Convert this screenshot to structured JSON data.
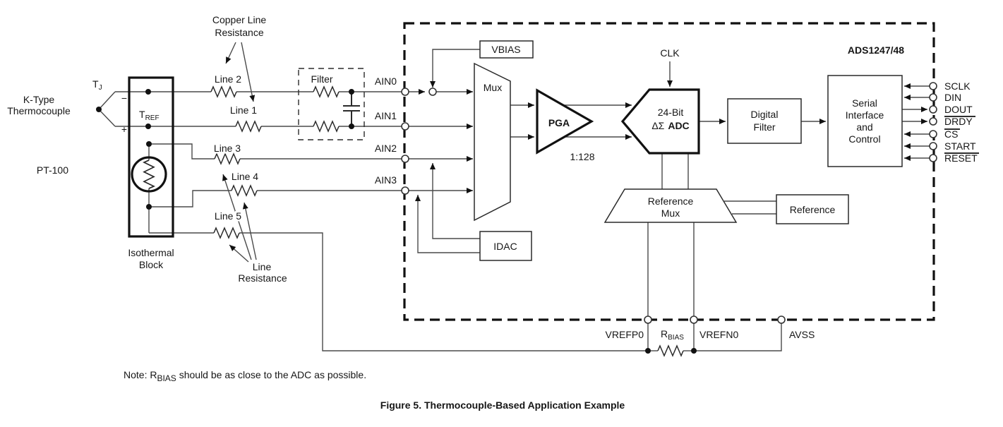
{
  "figure": {
    "chip_title": "ADS1247/48",
    "colors": {
      "background": "#ffffff",
      "line": "#4a4a4a",
      "text": "#161616"
    },
    "labels": {
      "tj_main": "T",
      "tj_sub": "J",
      "tref_main": "T",
      "tref_sub": "REF",
      "minus": "−",
      "plus": "+",
      "ktype_line1": "K-Type",
      "ktype_line2": "Thermocouple",
      "pt100": "PT-100",
      "isothermal_line1": "Isothermal",
      "isothermal_line2": "Block",
      "copper_line1": "Copper Line",
      "copper_line2": "Resistance",
      "line1": "Line 1",
      "line2": "Line 2",
      "line3": "Line 3",
      "line4": "Line 4",
      "line5": "Line 5",
      "lineres_line1": "Line",
      "lineres_line2": "Resistance",
      "filter": "Filter",
      "ain0": "AIN0",
      "ain1": "AIN1",
      "ain2": "AIN2",
      "ain3": "AIN3",
      "vbias": "VBIAS",
      "idac": "IDAC",
      "mux": "Mux",
      "pga": "PGA",
      "pga_ratio": "1:128",
      "clk": "CLK",
      "adc_line1": "24-Bit",
      "adc_line2_prefix": "ΔΣ",
      "adc_line2_bold": "ADC",
      "df_line1": "Digital",
      "df_line2": "Filter",
      "si_line1": "Serial",
      "si_line2": "Interface",
      "si_line3": "and",
      "si_line4": "Control",
      "refmux_line1": "Reference",
      "refmux_line2": "Mux",
      "reference": "Reference",
      "vrefp0": "VREFP0",
      "rbias_main": "R",
      "rbias_sub": "BIAS",
      "vrefn0": "VREFN0",
      "avss": "AVSS"
    },
    "pins": [
      {
        "label": "SCLK",
        "overline": false,
        "direction": "in"
      },
      {
        "label": "DIN",
        "overline": false,
        "direction": "in"
      },
      {
        "label": "DOUT",
        "overline": false,
        "direction": "out"
      },
      {
        "label": "DRDY",
        "overline": true,
        "direction": "out"
      },
      {
        "label": "CS",
        "overline": true,
        "direction": "in"
      },
      {
        "label": "START",
        "overline": false,
        "direction": "in"
      },
      {
        "label": "RESET",
        "overline": true,
        "direction": "in"
      }
    ],
    "note": {
      "prefix": "Note:  R",
      "sub": "BIAS",
      "suffix": " should be as close to the ADC as possible."
    },
    "caption": "Figure 5. Thermocouple-Based Application Example"
  }
}
